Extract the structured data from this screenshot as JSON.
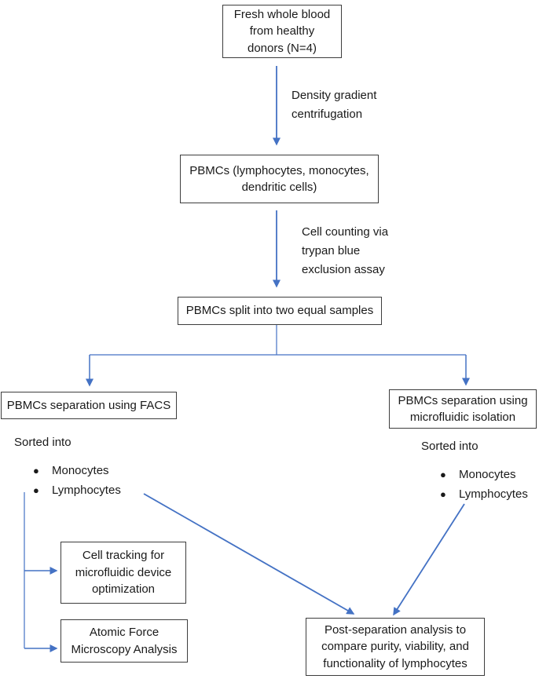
{
  "colors": {
    "arrow": "#4472C4",
    "box_border": "#3d3d3d",
    "text": "#1a1a1a"
  },
  "glyphs": {
    "bullet": "●"
  },
  "nodes": {
    "source": {
      "label": "Fresh whole blood\nfrom healthy\ndonors (N=4)"
    },
    "pbmcs": {
      "label": "PBMCs (lymphocytes, monocytes,\ndendritic cells)"
    },
    "split": {
      "label": "PBMCs split into two equal samples"
    },
    "facs": {
      "label": "PBMCs separation using FACS"
    },
    "microfluidic": {
      "label": "PBMCs separation using\nmicrofluidic isolation"
    },
    "cell_tracking": {
      "label": "Cell tracking for\nmicrofluidic device\noptimization"
    },
    "afm": {
      "label": "Atomic Force\nMicroscopy Analysis"
    },
    "post_separation": {
      "label": "Post-separation analysis to\ncompare purity, viability, and\nfunctionality of lymphocytes"
    }
  },
  "edge_labels": {
    "density": "Density gradient\ncentrifugation",
    "cell_counting": "Cell counting via\ntrypan blue\nexclusion assay"
  },
  "lists": {
    "facs_sorted": {
      "title": "Sorted into",
      "items": [
        "Monocytes",
        "Lymphocytes"
      ]
    },
    "microfluidic_sorted": {
      "title": "Sorted into",
      "items": [
        "Monocytes",
        "Lymphocytes"
      ]
    }
  }
}
